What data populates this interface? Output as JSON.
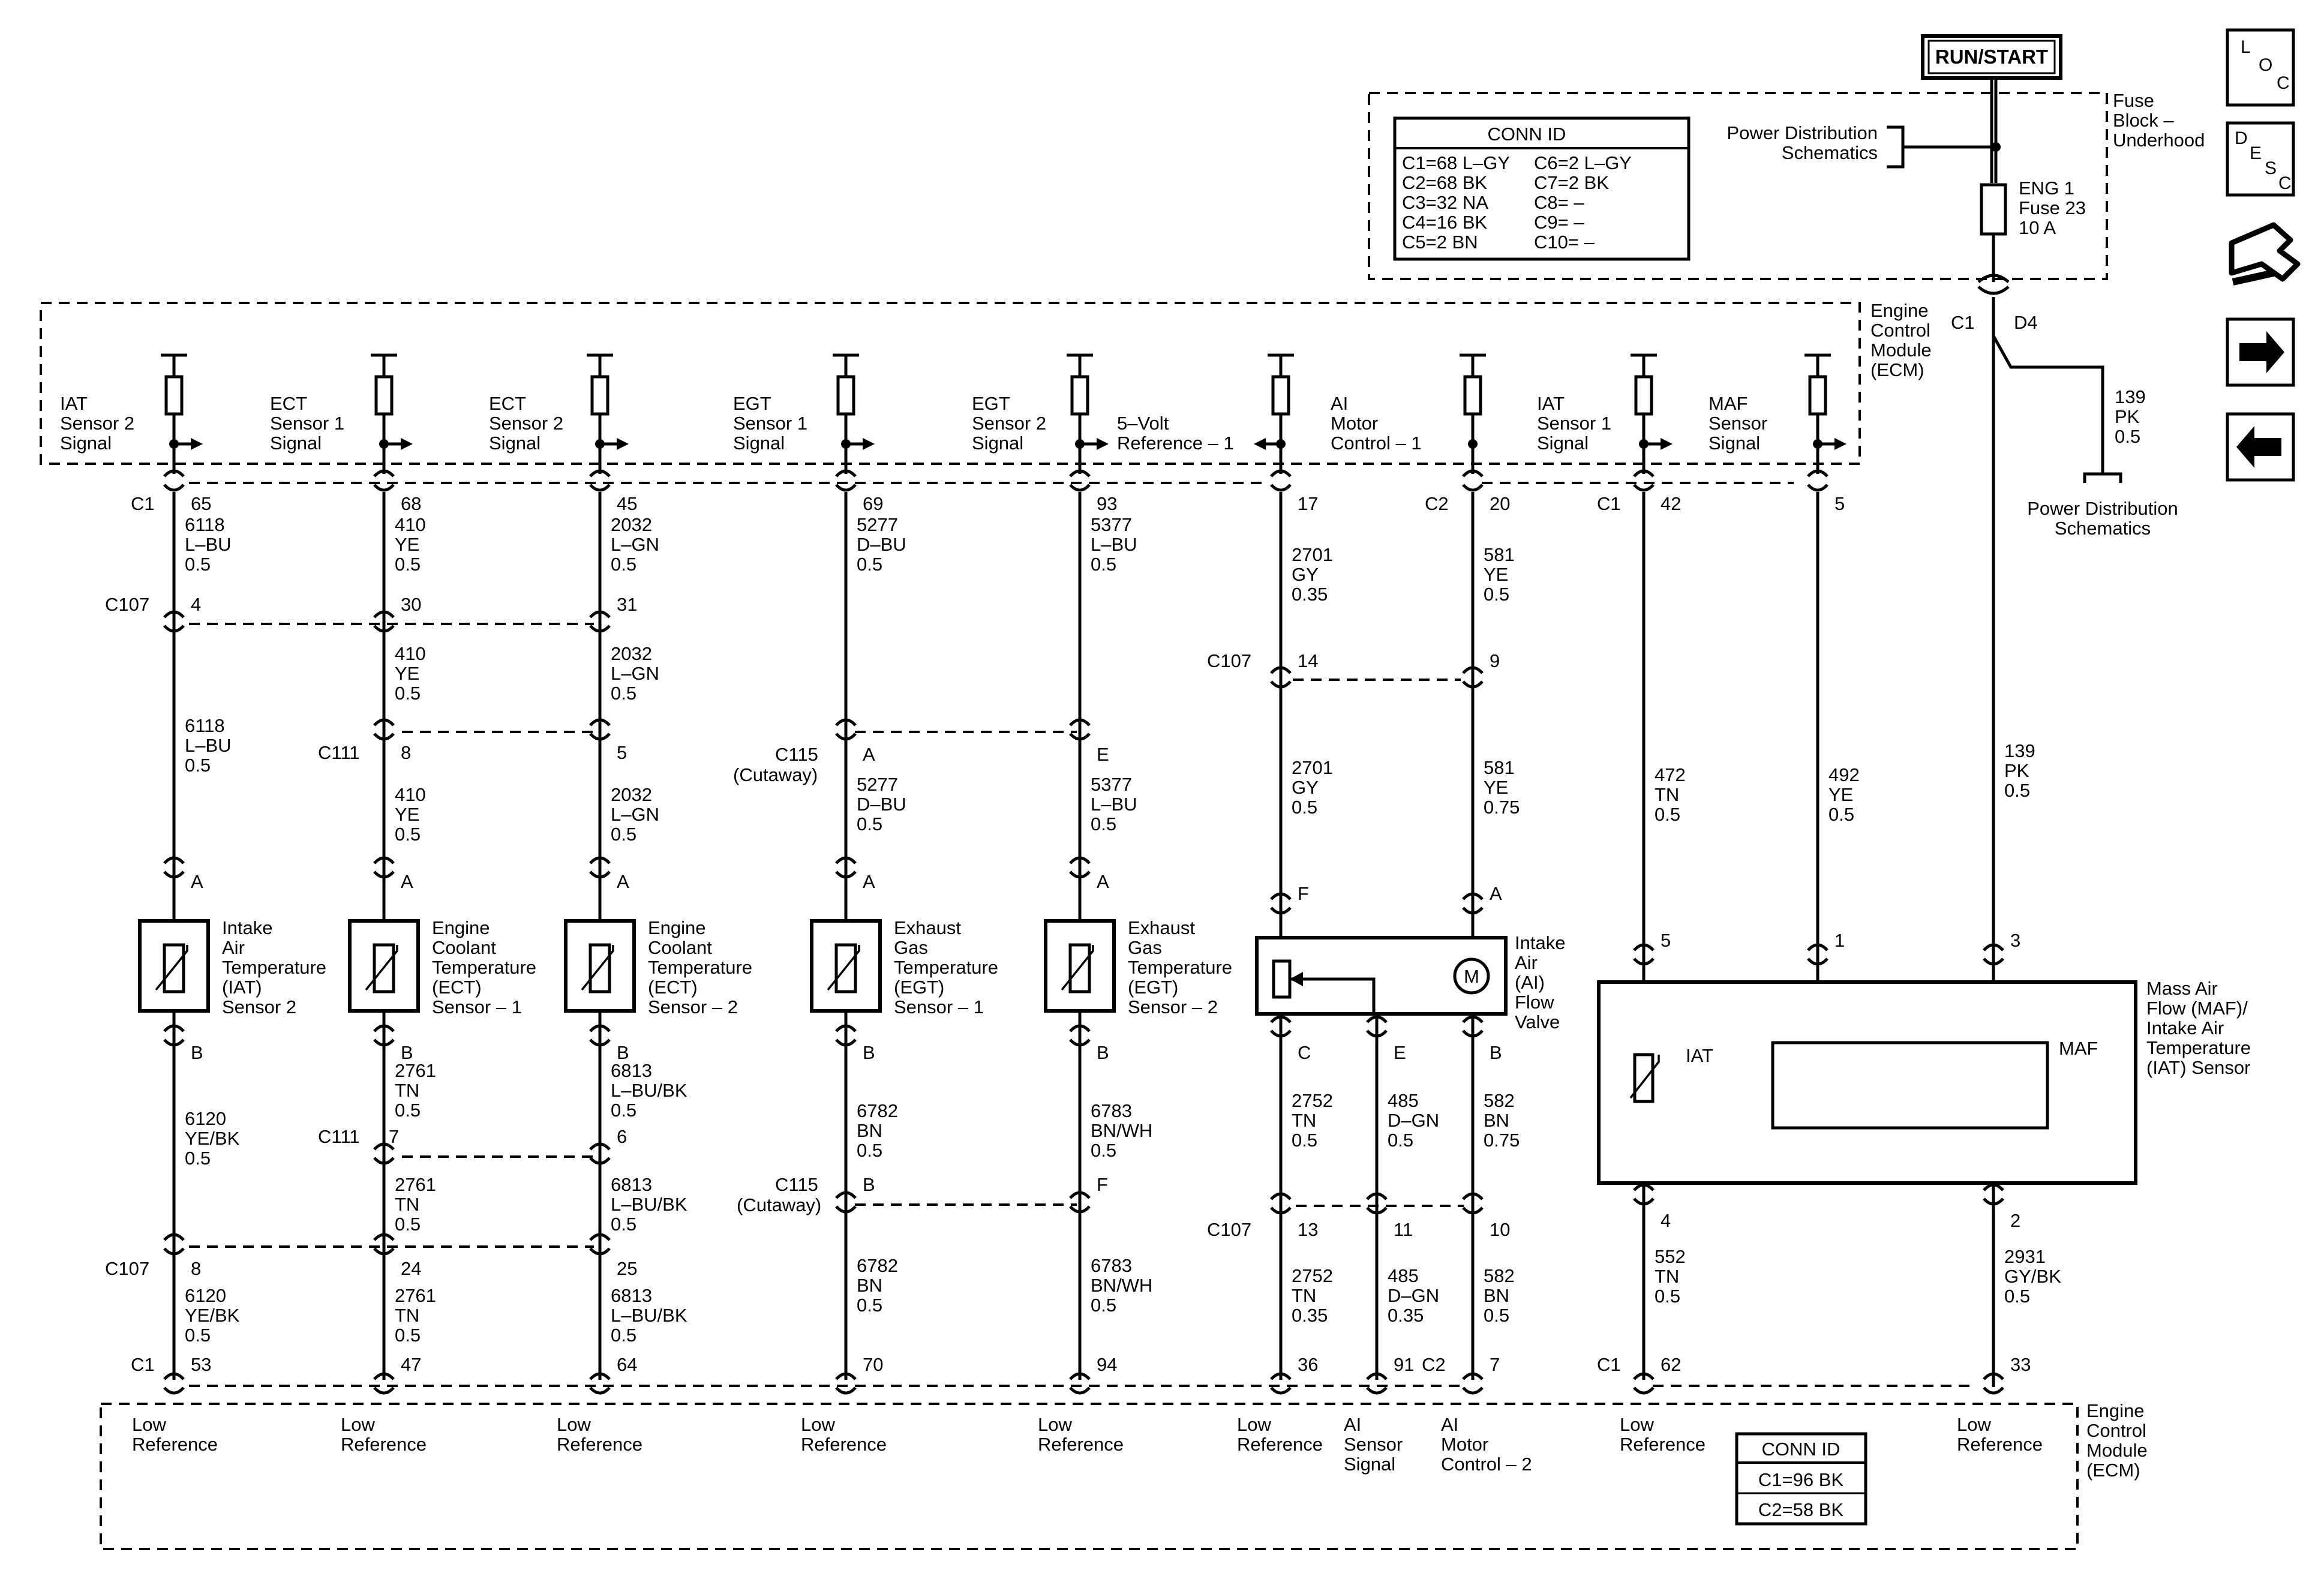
{
  "run_start": "RUN/START",
  "fuse_block": {
    "line1": "Fuse",
    "line2": "Block –",
    "line3": "Underhood"
  },
  "conn_id_top": {
    "title": "CONN ID",
    "rows": [
      [
        "C1=68 L–GY",
        "C6=2 L–GY"
      ],
      [
        "C2=68 BK",
        "C7=2 BK"
      ],
      [
        "C3=32 NA",
        "C8= –"
      ],
      [
        "C4=16 BK",
        "C9= –"
      ],
      [
        "C5=2 BN",
        "C10= –"
      ]
    ]
  },
  "power_dist_top": {
    "line1": "Power Distribution",
    "line2": "Schematics"
  },
  "fuse": {
    "line1": "ENG 1",
    "line2": "Fuse 23",
    "line3": "10 A"
  },
  "ecm_top": {
    "line1": "Engine",
    "line2": "Control",
    "line3": "Module",
    "line4": "(ECM)"
  },
  "ecm_bottom": {
    "line1": "Engine",
    "line2": "Control",
    "line3": "Module",
    "line4": "(ECM)"
  },
  "d4": {
    "c1": "C1",
    "pin": "D4",
    "wire": [
      "139",
      "PK",
      "0.5"
    ],
    "dest1": "Power Distribution",
    "dest2": "Schematics"
  },
  "top_signals": [
    [
      "IAT",
      "Sensor 2",
      "Signal"
    ],
    [
      "ECT",
      "Sensor 1",
      "Signal"
    ],
    [
      "ECT",
      "Sensor 2",
      "Signal"
    ],
    [
      "EGT",
      "Sensor 1",
      "Signal"
    ],
    [
      "EGT",
      "Sensor 2",
      "Signal"
    ],
    [
      "5–Volt",
      "Reference – 1",
      ""
    ],
    [
      "AI",
      "Motor",
      "Control – 1"
    ],
    [
      "IAT",
      "Sensor 1",
      "Signal"
    ],
    [
      "MAF",
      "Sensor",
      "Signal"
    ]
  ],
  "conn_labels": {
    "c1": "C1",
    "c2": "C2",
    "c107": "C107",
    "c111": "C111",
    "c115": "C115",
    "cutaway": "(Cutaway)"
  },
  "pins": {
    "ecm_top": [
      "65",
      "68",
      "45",
      "69",
      "93",
      "17",
      "20",
      "42",
      "5"
    ],
    "c107_top": [
      "4",
      "30",
      "31"
    ],
    "c107_ai": [
      "14",
      "9"
    ],
    "c111_top": [
      "8",
      "5"
    ],
    "c115_top": [
      "A",
      "E"
    ],
    "sensor_a": [
      "A",
      "A",
      "A",
      "A",
      "A"
    ],
    "ai_top": [
      "F",
      "A"
    ],
    "maf_top": [
      "5",
      "1",
      "3"
    ],
    "sensor_b": [
      "B",
      "B",
      "B",
      "B",
      "B"
    ],
    "ai_bottom": [
      "C",
      "E",
      "B"
    ],
    "c111_bottom": [
      "7",
      "6"
    ],
    "c115_bottom": [
      "B",
      "F"
    ],
    "c107_ai_bottom": [
      "13",
      "11",
      "10"
    ],
    "c107_bottom": [
      "8",
      "24",
      "25"
    ],
    "maf_bottom": [
      "4",
      "2"
    ],
    "ecm_bottom": [
      "53",
      "47",
      "64",
      "70",
      "94",
      "36",
      "91",
      "7",
      "62",
      "33"
    ]
  },
  "wires": [
    [
      "6118",
      "L–BU",
      "0.5"
    ],
    [
      "410",
      "YE",
      "0.5"
    ],
    [
      "2032",
      "L–GN",
      "0.5"
    ],
    [
      "5277",
      "D–BU",
      "0.5"
    ],
    [
      "5377",
      "L–BU",
      "0.5"
    ],
    [
      "2701",
      "GY",
      "0.35"
    ],
    [
      "581",
      "YE",
      "0.5"
    ],
    [
      "6118",
      "L–BU",
      "0.5"
    ],
    [
      "410",
      "YE",
      "0.5"
    ],
    [
      "2032",
      "L–GN",
      "0.5"
    ],
    [
      "410",
      "YE",
      "0.5"
    ],
    [
      "2032",
      "L–GN",
      "0.5"
    ],
    [
      "5277",
      "D–BU",
      "0.5"
    ],
    [
      "5377",
      "L–BU",
      "0.5"
    ],
    [
      "2701",
      "GY",
      "0.5"
    ],
    [
      "581",
      "YE",
      "0.75"
    ],
    [
      "472",
      "TN",
      "0.5"
    ],
    [
      "492",
      "YE",
      "0.5"
    ],
    [
      "139",
      "PK",
      "0.5"
    ],
    [
      "6120",
      "YE/BK",
      "0.5"
    ],
    [
      "2761",
      "TN",
      "0.5"
    ],
    [
      "6813",
      "L–BU/BK",
      "0.5"
    ],
    [
      "6782",
      "BN",
      "0.5"
    ],
    [
      "6783",
      "BN/WH",
      "0.5"
    ],
    [
      "2752",
      "TN",
      "0.5"
    ],
    [
      "485",
      "D–GN",
      "0.5"
    ],
    [
      "582",
      "BN",
      "0.75"
    ],
    [
      "2761",
      "TN",
      "0.5"
    ],
    [
      "6813",
      "L–BU/BK",
      "0.5"
    ],
    [
      "6782",
      "BN",
      "0.5"
    ],
    [
      "6783",
      "BN/WH",
      "0.5"
    ],
    [
      "6120",
      "YE/BK",
      "0.5"
    ],
    [
      "2761",
      "TN",
      "0.5"
    ],
    [
      "6813",
      "L–BU/BK",
      "0.5"
    ],
    [
      "2752",
      "TN",
      "0.35"
    ],
    [
      "485",
      "D–GN",
      "0.35"
    ],
    [
      "582",
      "BN",
      "0.5"
    ],
    [
      "552",
      "TN",
      "0.5"
    ],
    [
      "2931",
      "GY/BK",
      "0.5"
    ]
  ],
  "sensors": [
    [
      "Intake",
      "Air",
      "Temperature",
      "(IAT)",
      "Sensor 2"
    ],
    [
      "Engine",
      "Coolant",
      "Temperature",
      "(ECT)",
      "Sensor – 1"
    ],
    [
      "Engine",
      "Coolant",
      "Temperature",
      "(ECT)",
      "Sensor – 2"
    ],
    [
      "Exhaust",
      "Gas",
      "Temperature",
      "(EGT)",
      "Sensor – 1"
    ],
    [
      "Exhaust",
      "Gas",
      "Temperature",
      "(EGT)",
      "Sensor – 2"
    ]
  ],
  "ai_valve": [
    "Intake",
    "Air",
    "(AI)",
    "Flow",
    "Valve"
  ],
  "ai_motor": "M",
  "maf_sensor": {
    "name": [
      "Mass Air",
      "Flow (MAF)/",
      "Intake Air",
      "Temperature",
      "(IAT) Sensor"
    ],
    "iat": "IAT",
    "maf": "MAF"
  },
  "bottom_signals": [
    [
      "Low",
      "Reference"
    ],
    [
      "Low",
      "Reference"
    ],
    [
      "Low",
      "Reference"
    ],
    [
      "Low",
      "Reference"
    ],
    [
      "Low",
      "Reference"
    ],
    [
      "Low",
      "Reference"
    ],
    [
      "AI",
      "Sensor",
      "Signal"
    ],
    [
      "AI",
      "Motor",
      "Control – 2"
    ],
    [
      "Low",
      "Reference"
    ],
    [
      "Low",
      "Reference"
    ]
  ],
  "conn_id_bottom": {
    "title": "CONN ID",
    "rows": [
      "C1=96 BK",
      "C2=58 BK"
    ]
  },
  "nav": {
    "loc": [
      "L",
      "O",
      "C"
    ],
    "desc": [
      "D",
      "E",
      "S",
      "C"
    ],
    "icons": [
      "connector-icon",
      "forward-arrow-icon",
      "back-arrow-icon"
    ]
  }
}
